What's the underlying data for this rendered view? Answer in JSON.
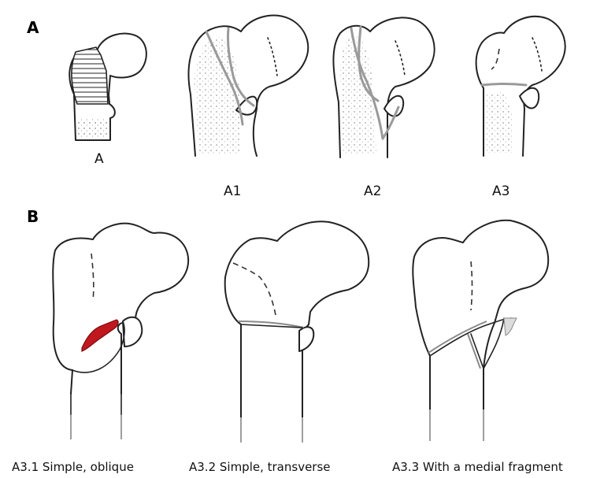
{
  "panel_a": {
    "label": "A",
    "figures": [
      {
        "label": "A"
      },
      {
        "label": "A1"
      },
      {
        "label": "A2"
      },
      {
        "label": "A3"
      }
    ]
  },
  "panel_b": {
    "label": "B",
    "figures": [
      {
        "caption": "A3.1 Simple, oblique",
        "highlight_color": "#c0181e"
      },
      {
        "caption": "A3.2 Simple, transverse"
      },
      {
        "caption": "A3.3 With a medial fragment"
      }
    ]
  }
}
